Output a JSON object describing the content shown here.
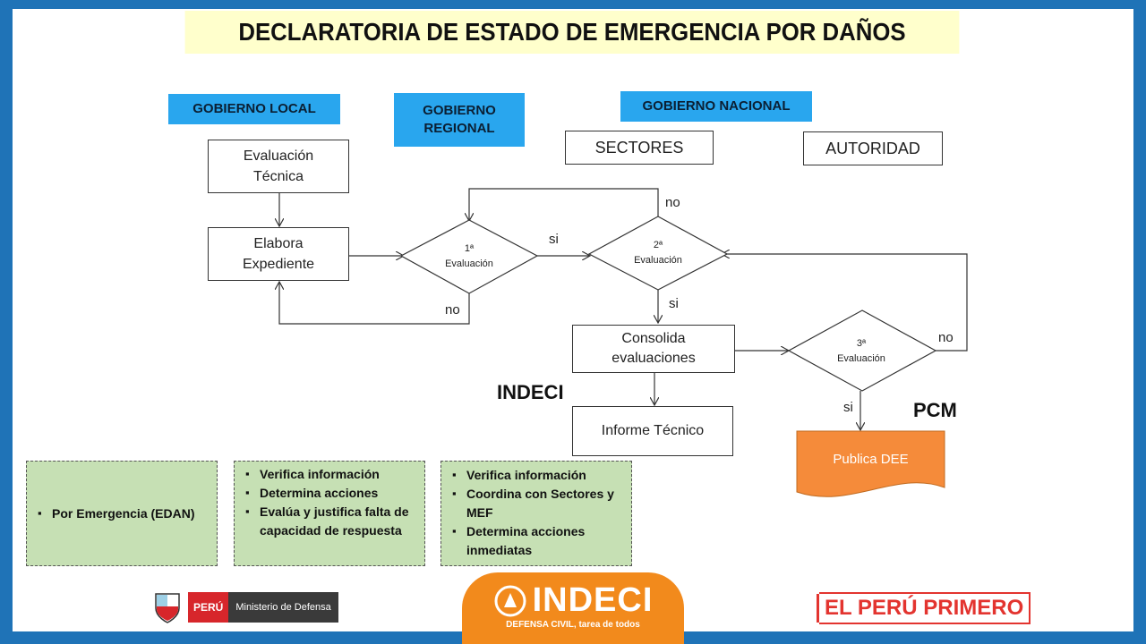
{
  "title": "DECLARATORIA DE ESTADO DE EMERGENCIA POR DAÑOS",
  "levels": {
    "local": "GOBIERNO  LOCAL",
    "regional_1": "GOBIERNO",
    "regional_2": "REGIONAL",
    "nacional": "GOBIERNO  NACIONAL"
  },
  "headers": {
    "sectores": "SECTORES",
    "autoridad": "AUTORIDAD"
  },
  "nodes": {
    "evaluacion_1": "Evaluación",
    "evaluacion_2": "Técnica",
    "elabora_1": "Elabora",
    "elabora_2": "Expediente",
    "eval1_num": "1ª",
    "eval1_txt": "Evaluación",
    "eval2_num": "2ª",
    "eval2_txt": "Evaluación",
    "eval3_num": "3ª",
    "eval3_txt": "Evaluación",
    "consolida_1": "Consolida",
    "consolida_2": "evaluaciones",
    "informe": "Informe Técnico",
    "publica": "Publica DEE"
  },
  "edges": {
    "si_1": "si",
    "no_1": "no",
    "no_2": "no",
    "si_2": "si",
    "no_3": "no",
    "si_3": "si"
  },
  "actors": {
    "indeci": "INDECI",
    "pcm": "PCM"
  },
  "notes": {
    "local": [
      "Por Emergencia (EDAN)"
    ],
    "regional": [
      "Verifica información",
      "Determina acciones",
      "Evalúa y justifica falta de capacidad de respuesta"
    ],
    "nacional": [
      "Verifica información",
      "Coordina con Sectores y MEF",
      "Determina acciones inmediatas"
    ]
  },
  "footer": {
    "peru": "PERÚ",
    "ministerio": "Ministerio de Defensa",
    "indeci": "INDECI",
    "indeci_sub": "DEFENSA CIVIL, tarea de todos",
    "slogan": "EL PERÚ PRIMERO"
  },
  "colors": {
    "frame": "#1f73b7",
    "title_bg": "#ffffcc",
    "gov": "#29a6ee",
    "note": "#c6e0b4",
    "publica": "#f58b3a",
    "indeci": "#f28a1c"
  }
}
